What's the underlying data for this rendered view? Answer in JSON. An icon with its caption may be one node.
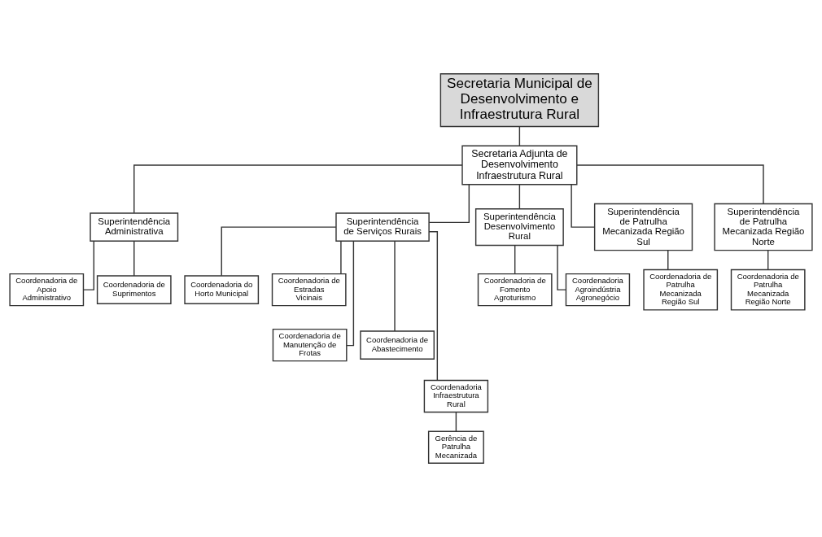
{
  "diagram": {
    "nodes": [
      {
        "text": [
          "Secretaria Municipal de Desenvolvimento e Infraestrutura Rural"
        ]
      },
      {
        "text": [
          "Secretaria Adjunta de Desenvolvimento Infraestrutura Rural"
        ]
      },
      {
        "text": [
          "Superintendência Administrativa"
        ]
      },
      {
        "text": [
          "Superintendência de Serviços Rurais"
        ]
      },
      {
        "text": [
          "Superintendência Desenvolvimento Rural"
        ]
      },
      {
        "text": [
          "Superintendência de Patrulha Mecanizada Região Sul"
        ]
      },
      {
        "text": [
          "Superintendência de Patrulha Mecanizada Região Norte"
        ]
      },
      {
        "text": [
          "Coordenadoria de Apoio Administrativo"
        ]
      },
      {
        "text": [
          "Coordenadoria de Suprimentos"
        ]
      },
      {
        "text": [
          "Coordenadoria do Horto Municipal"
        ]
      },
      {
        "text": [
          "Coordenadoria de Estradas Vicinais"
        ]
      },
      {
        "text": [
          "Coordenadoria de Manutenção de Frotas"
        ]
      },
      {
        "text": [
          "Coordenadoria de Abastecimento"
        ]
      },
      {
        "text": [
          "Coordenadoria Infraestrutura Rural"
        ]
      },
      {
        "text": [
          "Gerência de Patrulha Mecanizada"
        ]
      },
      {
        "text": [
          "Coordenadoria de Fomento Agroturismo"
        ]
      },
      {
        "text": [
          "Coordenadoria Agroindústria Agronegócio"
        ]
      },
      {
        "text": [
          "Coordenadoria de Patrulha Mecanizada Região Sul"
        ]
      },
      {
        "text": [
          "Coordenadoria de Patrulha Mecanizada Região Norte"
        ]
      }
    ],
    "edges": [
      {
        "from": 0,
        "to": 1,
        "arrow": "none"
      },
      {
        "from": 1,
        "to": 2,
        "arrow": "none"
      },
      {
        "from": 1,
        "to": 3,
        "arrow": "none"
      },
      {
        "from": 1,
        "to": 4,
        "arrow": "none"
      },
      {
        "from": 1,
        "to": 5,
        "arrow": "none"
      },
      {
        "from": 1,
        "to": 6,
        "arrow": "none"
      },
      {
        "from": 2,
        "to": 7,
        "arrow": "none"
      },
      {
        "from": 2,
        "to": 8,
        "arrow": "none"
      },
      {
        "from": 3,
        "to": 9,
        "arrow": "none"
      },
      {
        "from": 3,
        "to": 10,
        "arrow": "none"
      },
      {
        "from": 3,
        "to": 11,
        "arrow": "none"
      },
      {
        "from": 3,
        "to": 12,
        "arrow": "none"
      },
      {
        "from": 3,
        "to": 13,
        "arrow": "none"
      },
      {
        "from": 13,
        "to": 14,
        "arrow": "none"
      },
      {
        "from": 4,
        "to": 15,
        "arrow": "none"
      },
      {
        "from": 4,
        "to": 16,
        "arrow": "none"
      },
      {
        "from": 5,
        "to": 17,
        "arrow": "none"
      },
      {
        "from": 6,
        "to": 18,
        "arrow": "none"
      }
    ]
  }
}
